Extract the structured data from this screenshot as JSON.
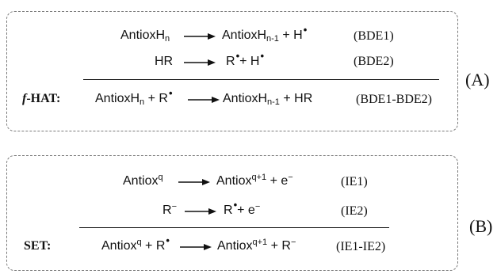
{
  "panel_a": {
    "label": "(A)",
    "row1": {
      "lhs": "AntioxH",
      "lhs_sub": "n",
      "rhs": "AntioxH",
      "rhs_sub": "n-1",
      "rhs_tail": " + H",
      "note": "(BDE1)"
    },
    "row2": {
      "lhs": "HR",
      "rhs_a": "R",
      "rhs_b": "+ H",
      "note": "(BDE2)"
    },
    "sum": {
      "name_italic": "f",
      "name_rest": "-HAT:",
      "lhs": "AntioxH",
      "lhs_sub": "n",
      "lhs_tail": " + R",
      "rhs": "AntioxH",
      "rhs_sub": "n-1",
      "rhs_tail": " + HR",
      "note": "(BDE1-BDE2)"
    }
  },
  "panel_b": {
    "label": "(B)",
    "row1": {
      "lhs": "Antiox",
      "lhs_sup": "q",
      "rhs": "Antiox",
      "rhs_sup": "q+1",
      "rhs_tail": " + e",
      "rhs_tail_sup": "−",
      "note": "(IE1)"
    },
    "row2": {
      "lhs": "R",
      "lhs_sup": "−",
      "rhs_a": "R",
      "rhs_b": "+ e",
      "rhs_b_sup": "−",
      "note": "(IE2)"
    },
    "sum": {
      "name": "SET:",
      "lhs": "Antiox",
      "lhs_sup": "q",
      "lhs_tail": " + R",
      "rhs": "Antiox",
      "rhs_sup": "q+1",
      "rhs_tail": " + R",
      "rhs_tail_sup": "−",
      "note": "(IE1-IE2)"
    }
  },
  "radical_glyph": "•"
}
